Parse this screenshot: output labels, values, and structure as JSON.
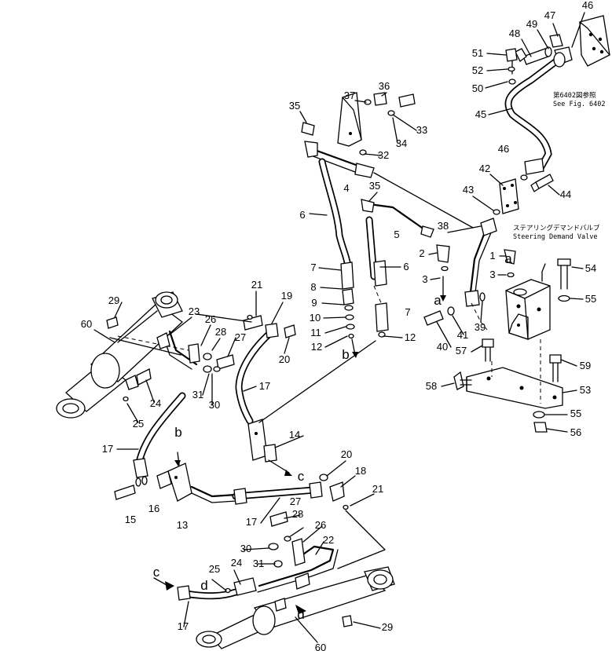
{
  "callouts": {
    "n1": "1",
    "n2": "2",
    "n3a": "3",
    "n3b": "3",
    "n4": "4",
    "n5": "5",
    "n6a": "6",
    "n6b": "6",
    "n7a": "7",
    "n7b": "7",
    "n8": "8",
    "n9": "9",
    "n10": "10",
    "n11": "11",
    "n12a": "12",
    "n12b": "12",
    "n13": "13",
    "n14": "14",
    "n15": "15",
    "n16": "16",
    "n17a": "17",
    "n17b": "17",
    "n17c": "17",
    "n17d": "17",
    "n18": "18",
    "n19": "19",
    "n20a": "20",
    "n20b": "20",
    "n21a": "21",
    "n21b": "21",
    "n22": "22",
    "n23": "23",
    "n24a": "24",
    "n24b": "24",
    "n25a": "25",
    "n25b": "25",
    "n26a": "26",
    "n26b": "26",
    "n27a": "27",
    "n27b": "27",
    "n28a": "28",
    "n28b": "28",
    "n29a": "29",
    "n29b": "29",
    "n30a": "30",
    "n30b": "30",
    "n31a": "31",
    "n31b": "31",
    "n32": "32",
    "n33": "33",
    "n34": "34",
    "n35a": "35",
    "n35b": "35",
    "n36": "36",
    "n37": "37",
    "n38": "38",
    "n39": "39",
    "n40": "40",
    "n41": "41",
    "n42": "42",
    "n43": "43",
    "n44": "44",
    "n45": "45",
    "n46a": "46",
    "n46b": "46",
    "n47": "47",
    "n48": "48",
    "n49": "49",
    "n50": "50",
    "n51": "51",
    "n52": "52",
    "n53": "53",
    "n54": "54",
    "n55a": "55",
    "n55b": "55",
    "n56": "56",
    "n57": "57",
    "n58": "58",
    "n59": "59",
    "n60a": "60",
    "n60b": "60"
  },
  "letters": {
    "a1": "a",
    "a2": "a",
    "b1": "b",
    "b2": "b",
    "c1": "c",
    "c2": "c",
    "d1": "d",
    "d2": "d"
  },
  "notes": {
    "ref_jp": "第6402図参照",
    "ref_en": "See Fig. 6402",
    "valve_jp": "ステアリングデマンドバルブ",
    "valve_en": "Steering Demand Valve"
  }
}
